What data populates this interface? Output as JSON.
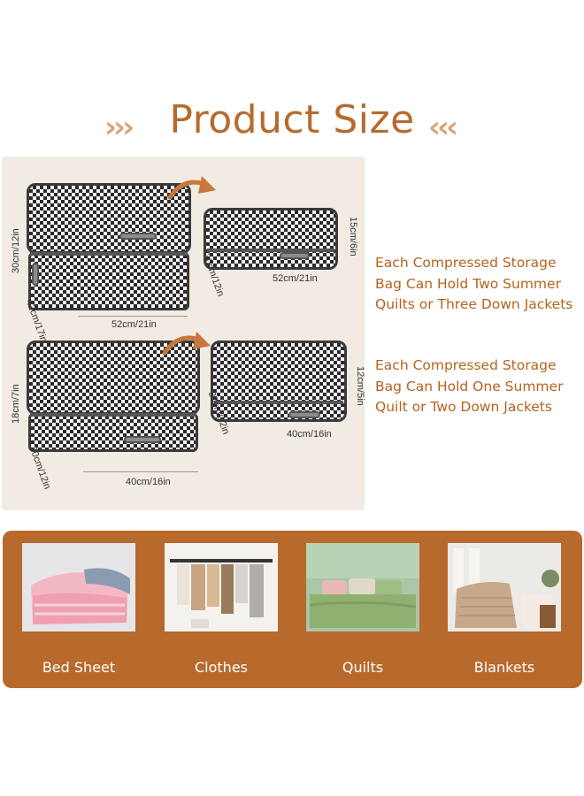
{
  "header": {
    "title": "Product Size",
    "chevrons_left": "›››",
    "chevrons_right": "‹‹‹"
  },
  "bag_large": {
    "before": {
      "height": "30cm/12in",
      "depth": "42cm/17in",
      "width": "52cm/21in"
    },
    "after": {
      "height": "15cm/6in",
      "depth": "30cm/12in",
      "width": "52cm/21in"
    },
    "description": "Each Compressed Storage Bag Can Hold Two Summer Quilts or Three Down Jackets"
  },
  "bag_small": {
    "before": {
      "height": "18cm/7in",
      "depth": "30cm/12in",
      "width": "40cm/16in"
    },
    "after": {
      "height": "12cm/5in",
      "depth": "30cm/12in",
      "width": "40cm/16in"
    },
    "description": "Each Compressed Storage Bag Can Hold One Summer Quilt or Two Down Jackets"
  },
  "uses": [
    {
      "label": "Bed Sheet"
    },
    {
      "label": "Clothes"
    },
    {
      "label": "Quilts"
    },
    {
      "label": "Blankets"
    }
  ],
  "colors": {
    "accent": "#b8692c",
    "title": "#b86a2e",
    "panel": "#f1ebe3",
    "desc_text": "#b4641c"
  }
}
